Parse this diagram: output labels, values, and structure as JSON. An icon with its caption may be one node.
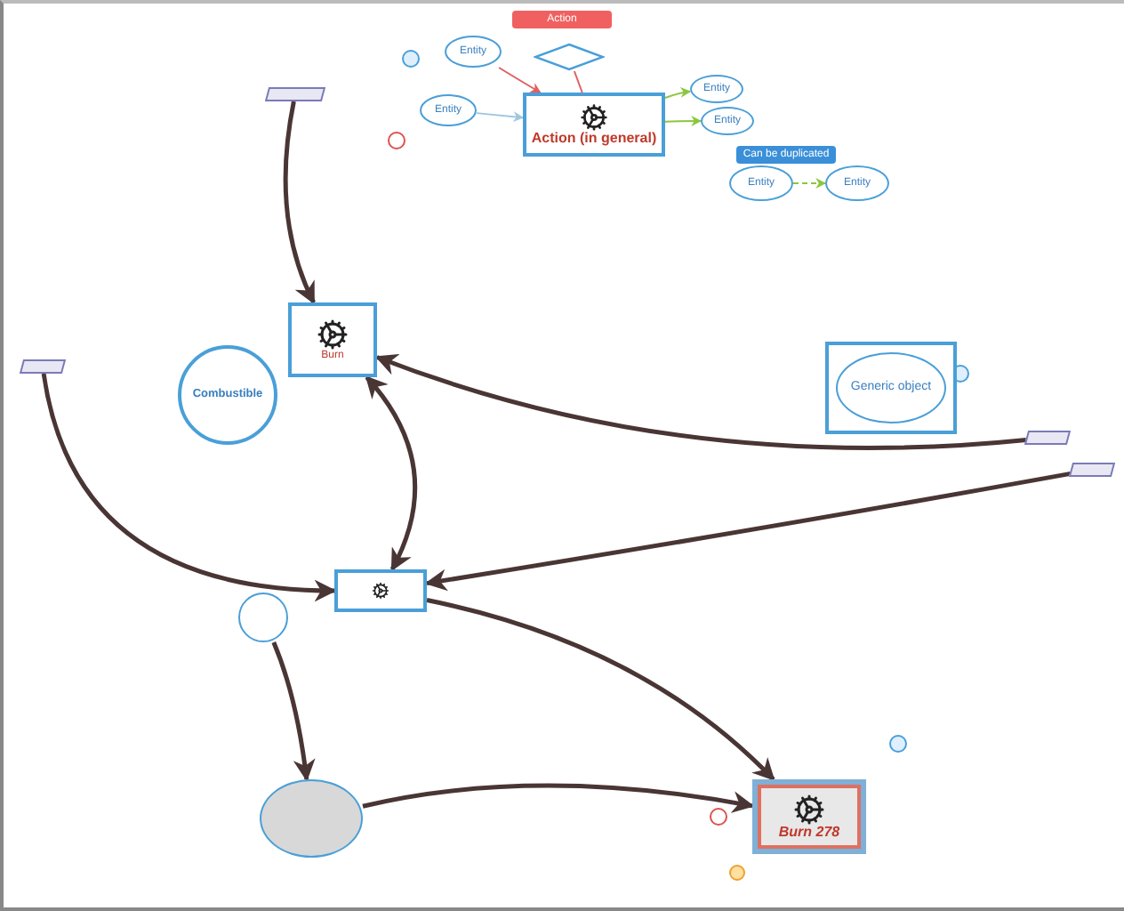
{
  "diagram": {
    "nodes": [
      {
        "text": [
          "Action (in general)"
        ]
      },
      {
        "text": [
          "Entity"
        ]
      },
      {
        "text": [
          "Entity"
        ]
      },
      {
        "text": [],
        "shape": "diamond"
      },
      {
        "text": [
          "Entity"
        ]
      },
      {
        "text": [
          "Entity"
        ]
      },
      {
        "text": [
          "Entity"
        ]
      },
      {
        "text": [
          "Entity"
        ]
      },
      {
        "text": [
          "Burn"
        ]
      },
      {
        "text": [
          "Combustible"
        ]
      },
      {
        "text": [
          "Generic object"
        ]
      },
      {
        "text": [],
        "shape": "box"
      },
      {
        "text": [
          "Burn 278"
        ]
      },
      {
        "text": [],
        "shape": "circle"
      },
      {
        "text": [],
        "shape": "box"
      },
      {
        "text": [],
        "shape": "box"
      },
      {
        "text": [],
        "shape": "box"
      },
      {
        "text": [],
        "shape": "box"
      },
      {
        "text": [],
        "shape": "circle"
      }
    ],
    "edges": [
      {
        "from": 15,
        "to": 8,
        "arrow": "to"
      },
      {
        "from": 14,
        "to": 11,
        "arrow": "to"
      },
      {
        "from": 11,
        "to": 8,
        "arrow": "both"
      },
      {
        "from": 16,
        "to": 8,
        "arrow": "to"
      },
      {
        "from": 17,
        "to": 11,
        "arrow": "to"
      },
      {
        "from": 11,
        "to": 12,
        "arrow": "to"
      },
      {
        "from": 18,
        "to": 13,
        "arrow": "to"
      },
      {
        "from": 13,
        "to": 12,
        "arrow": "to"
      },
      {
        "from": 1,
        "to": 0,
        "arrow": "to",
        "color": "#9ec6e0"
      },
      {
        "from": 2,
        "to": 0,
        "arrow": "to",
        "color": "#e06060"
      },
      {
        "from": 3,
        "to": 0,
        "arrow": "none",
        "color": "#e06060"
      },
      {
        "from": 0,
        "to": 4,
        "arrow": "to",
        "color": "#8cc63f"
      },
      {
        "from": 0,
        "to": 5,
        "arrow": "to",
        "color": "#8cc63f"
      },
      {
        "from": 6,
        "to": 7,
        "arrow": "to",
        "style": "dashed",
        "color": "#8cc63f"
      }
    ],
    "labels": [
      "Action",
      "Can be duplicated"
    ]
  }
}
